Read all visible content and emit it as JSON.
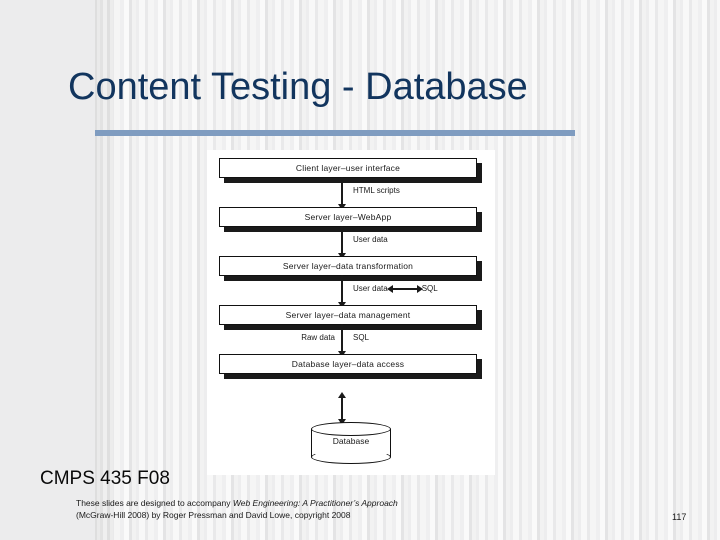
{
  "slide": {
    "title": "Content Testing - Database",
    "accent_color": "#7f9cc0",
    "title_color": "#12355e",
    "background_color": "#ececed",
    "page_number": "117"
  },
  "figure": {
    "layers": [
      {
        "label": "Client layer–user interface"
      },
      {
        "label": "Server layer–WebApp"
      },
      {
        "label": "Server layer–data transformation"
      },
      {
        "label": "Server layer–data management"
      },
      {
        "label": "Database layer–data access"
      }
    ],
    "connectors": [
      {
        "label_right": "HTML scripts",
        "label_left": "",
        "has_horizontal_arrow": false,
        "label_far_right": ""
      },
      {
        "label_right": "User data",
        "label_left": "",
        "has_horizontal_arrow": false,
        "label_far_right": ""
      },
      {
        "label_right": "User data",
        "label_left": "",
        "has_horizontal_arrow": true,
        "label_far_right": "SQL"
      },
      {
        "label_right": "SQL",
        "label_left": "Raw data",
        "has_horizontal_arrow": false,
        "label_far_right": ""
      }
    ],
    "datastore": {
      "label": "Database"
    }
  },
  "footer": {
    "course": "CMPS 435 F08",
    "credit_line1_prefix": "These slides are designed to accompany ",
    "credit_line1_italic": "Web Engineering: A Practitioner’s Approach",
    "credit_line2": "(McGraw-Hill 2008) by Roger Pressman and David Lowe, copyright 2008"
  }
}
